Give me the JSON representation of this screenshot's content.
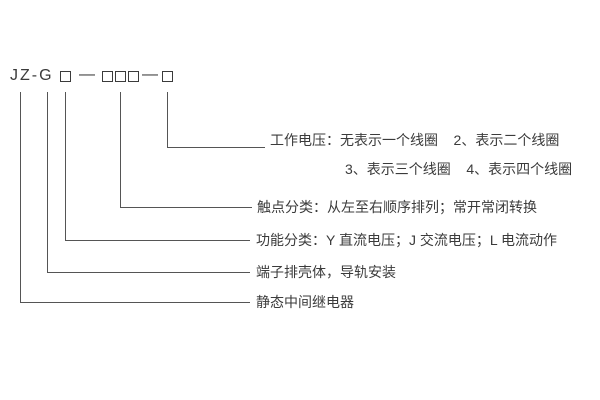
{
  "model_code": {
    "prefix": "JZ-G",
    "separator": "—"
  },
  "annotations": {
    "working_voltage": {
      "line1": "工作电压：无表示一个线圈    2、表示二个线圈",
      "line2": "3、表示三个线圈    4、表示四个线圈"
    },
    "contact_class": {
      "text": "触点分类：从左至右顺序排列；常开常闭转换"
    },
    "function_class": {
      "text": "功能分类：Y 直流电压；J 交流电压；L 电流动作"
    },
    "housing": {
      "text": "端子排壳体，导轨安装"
    },
    "relay_type": {
      "text": "静态中间继电器"
    }
  },
  "colors": {
    "text": "#3b3b3b",
    "line": "#555555",
    "background": "#ffffff"
  }
}
